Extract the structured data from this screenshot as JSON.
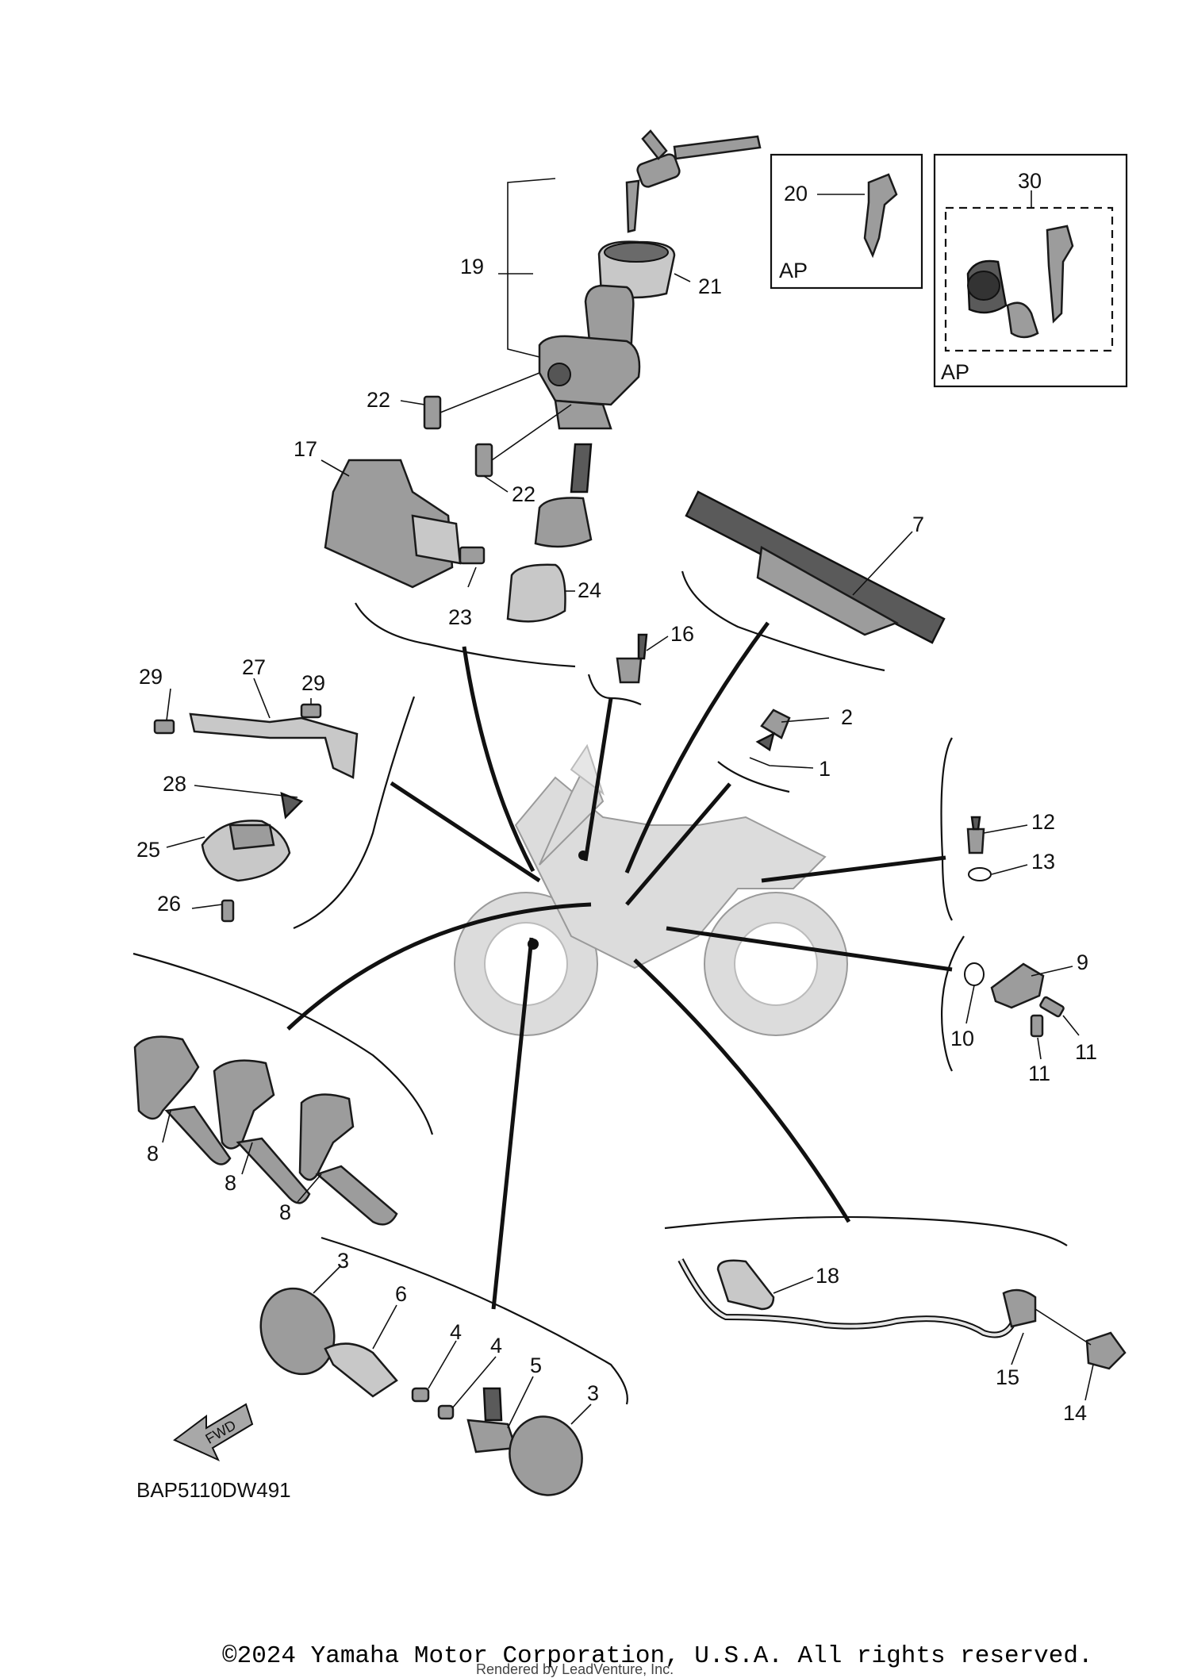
{
  "callouts": {
    "c1": "1",
    "c2": "2",
    "c3a": "3",
    "c3b": "3",
    "c4a": "4",
    "c4b": "4",
    "c5": "5",
    "c6": "6",
    "c7": "7",
    "c8a": "8",
    "c8b": "8",
    "c8c": "8",
    "c9": "9",
    "c10": "10",
    "c11a": "11",
    "c11b": "11",
    "c12": "12",
    "c13": "13",
    "c14": "14",
    "c15": "15",
    "c16": "16",
    "c17": "17",
    "c18": "18",
    "c19": "19",
    "c20": "20",
    "c21": "21",
    "c22a": "22",
    "c22b": "22",
    "c23": "23",
    "c24": "24",
    "c25": "25",
    "c26": "26",
    "c27": "27",
    "c28": "28",
    "c29a": "29",
    "c29b": "29",
    "c30": "30"
  },
  "boxes": {
    "ap_box_20": "AP",
    "ap_box_30": "AP"
  },
  "fwd_label": "FWD",
  "diagram_code": "BAP5110DW491",
  "copyright": "©2024 Yamaha Motor Corporation, U.S.A. All rights reserved.",
  "rendered_by": "Rendered by LeadVenture, Inc."
}
